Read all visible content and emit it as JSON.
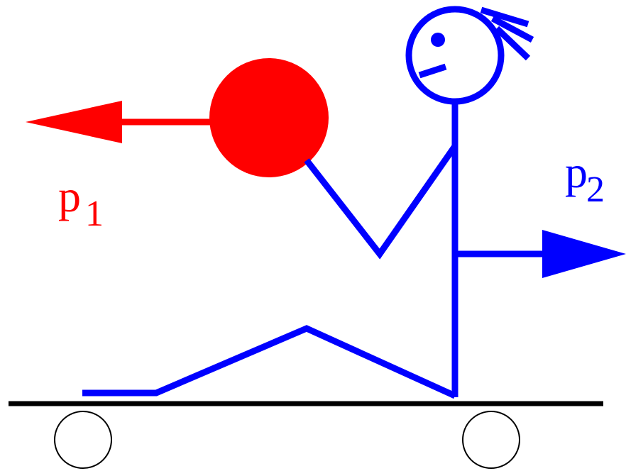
{
  "colors": {
    "ball": "#ff0000",
    "person": "#0000ff",
    "board": "#000000",
    "wheel_fill": "#ffffff"
  },
  "labels": {
    "p1": {
      "main": "p",
      "sub": "1"
    },
    "p2": {
      "main": "p",
      "sub": "2"
    }
  },
  "parts": {
    "ball": "ball",
    "ball_arrow": "momentum-arrow-left",
    "person": "stick-figure",
    "person_arrow": "momentum-arrow-right",
    "skateboard": "skateboard"
  }
}
